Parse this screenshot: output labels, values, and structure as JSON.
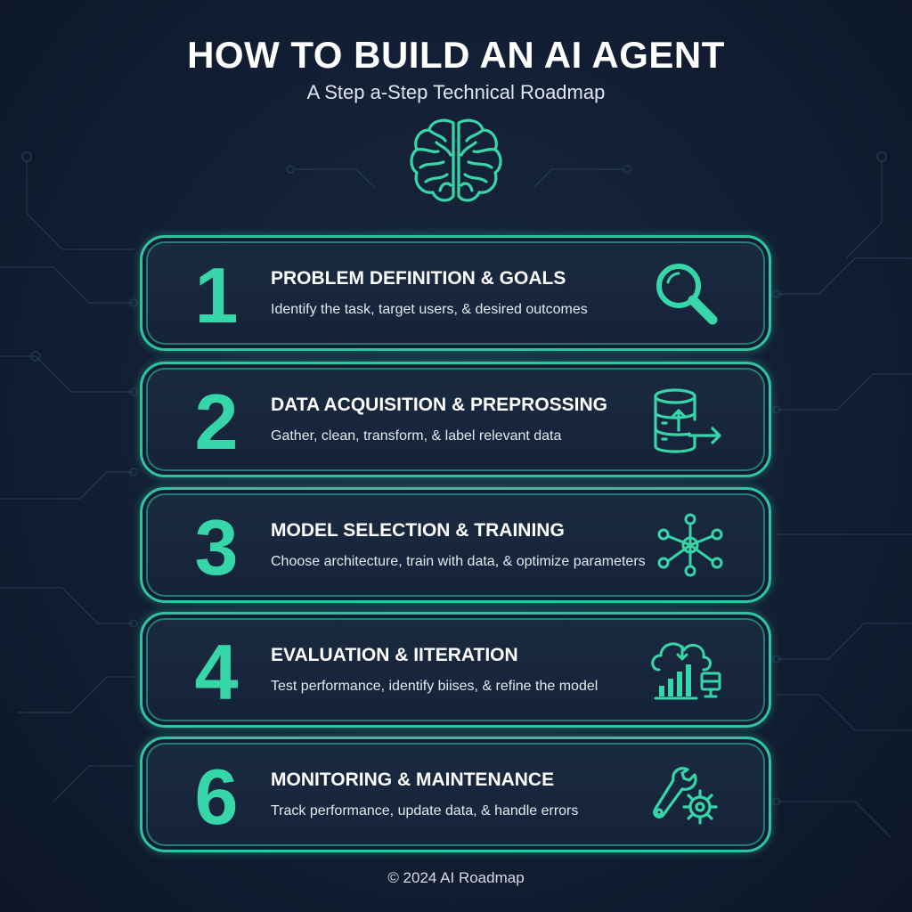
{
  "header": {
    "title": "HOW TO BUILD AN AI AGENT",
    "subtitle": "A Step a-Step Technical Roadmap",
    "icon": "brain-icon"
  },
  "steps": [
    {
      "number": "1",
      "title": "PROBLEM DEFINITION & GOALS",
      "description": "Identify the task, target users, & desired outcomes",
      "icon": "magnifier-icon"
    },
    {
      "number": "2",
      "title": "DATA ACQUISITION & PREPROSSING",
      "description": "Gather, clean, transform, & label relevant data",
      "icon": "database-icon"
    },
    {
      "number": "3",
      "title": "MODEL SELECTION & TRAINING",
      "description": "Choose architecture, train with data, & optimize parameters",
      "icon": "network-icon"
    },
    {
      "number": "4",
      "title": "EVALUATION & IITERATION",
      "description": "Test performance, identify biises, & refine the model",
      "icon": "cloud-chart-icon"
    },
    {
      "number": "6",
      "title": "MONITORING & MAINTENANCE",
      "description": "Track performance, update data, & handle errors",
      "icon": "wrench-gear-icon"
    }
  ],
  "footer": {
    "text": "© 2024 AI Roadmap"
  },
  "colors": {
    "accent": "#36d6a8",
    "border": "#2ec4a0",
    "background": "#121e33"
  }
}
